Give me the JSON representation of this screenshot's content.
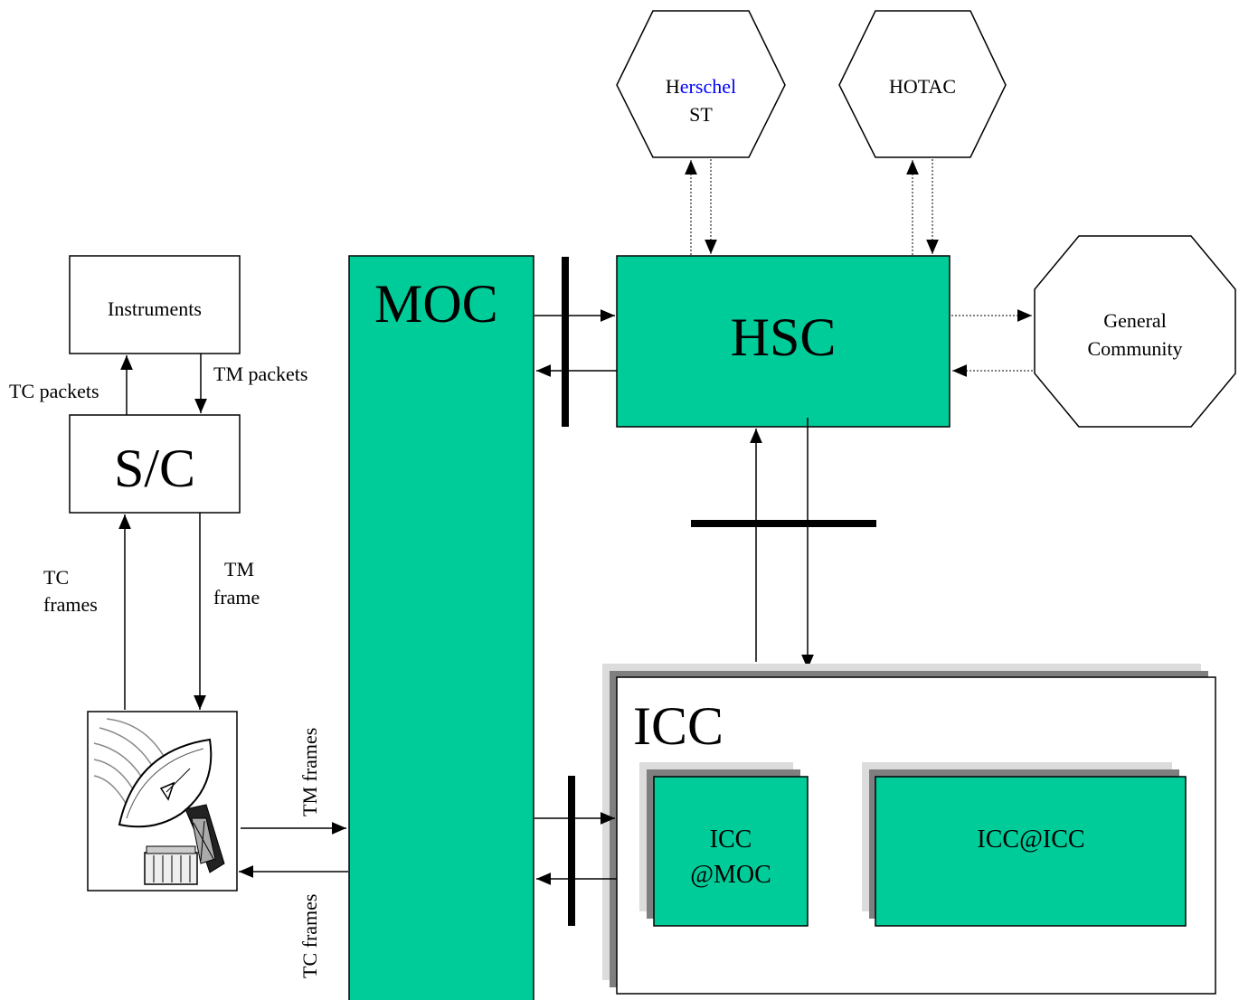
{
  "colors": {
    "box_fill": "#00cc99",
    "line": "#000000",
    "herschel_blue": "#0000ff",
    "shadow_light": "#dcdcdc",
    "shadow_dark": "#7f7f7f",
    "background": "#ffffff"
  },
  "nodes": {
    "instruments": "Instruments",
    "sc": "S/C",
    "moc": "MOC",
    "hsc": "HSC",
    "icc": "ICC",
    "icc_moc_line1": "ICC",
    "icc_moc_line2": "@MOC",
    "icc_icc": "ICC@ICC",
    "herschel_h": "H",
    "herschel_rest": "erschel",
    "herschel_st": "ST",
    "hotac": "HOTAC",
    "general_line1": "General",
    "general_line2": "Community"
  },
  "labels": {
    "tc_packets": "TC packets",
    "tm_packets": "TM packets",
    "tc_frames_line1": "TC",
    "tc_frames_line2": "frames",
    "tm_frame_line1": "TM",
    "tm_frame_line2": "frame",
    "tm_frames_vertical": "TM frames",
    "tc_frames_vertical": "TC frames"
  },
  "icons": {
    "ground_station": "ground-station-antenna-icon"
  }
}
